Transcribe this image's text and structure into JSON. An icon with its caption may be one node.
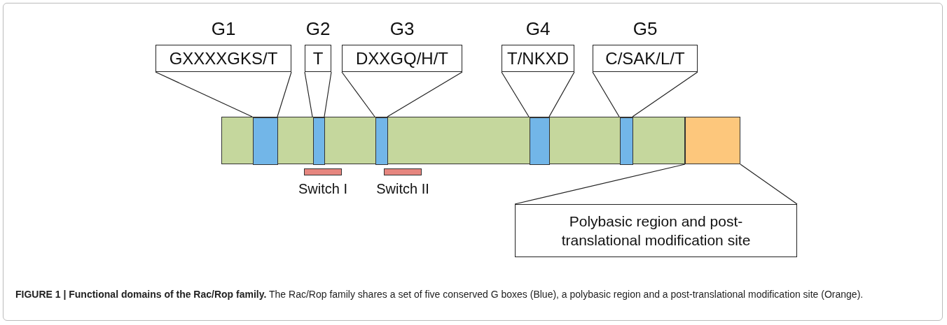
{
  "diagram": {
    "caption": "**FIGURE 1 | Functional domains of the Rac/Rop family.** The Rac/Rop family shares a set of five conserved G boxes (Blue), a polybasic region and a post-translational modification site (Orange).",
    "nodes": [
      {
        "text": [
          "G1",
          "GXXXXGKS/T"
        ]
      },
      {
        "text": [
          "G2",
          "T"
        ]
      },
      {
        "text": [
          "G3",
          "DXXGQ/H/T"
        ]
      },
      {
        "text": [
          "G4",
          "T/NKXD"
        ]
      },
      {
        "text": [
          "G5",
          "C/SAK/L/T"
        ]
      },
      {
        "text": [],
        "shape": "bar"
      },
      {
        "text": [],
        "shape": "bar",
        "in": 5
      },
      {
        "text": [],
        "shape": "bar",
        "in": 5
      },
      {
        "text": [],
        "shape": "bar",
        "in": 5
      },
      {
        "text": [],
        "shape": "bar",
        "in": 5
      },
      {
        "text": [],
        "shape": "bar",
        "in": 5
      },
      {
        "text": [],
        "shape": "bar"
      },
      {
        "text": [],
        "shape": "bar",
        "beside": [
          "Switch I"
        ]
      },
      {
        "text": [],
        "shape": "bar",
        "beside": [
          "Switch II"
        ]
      },
      {
        "text": [
          "Polybasic region and post-translational modification site"
        ]
      }
    ],
    "edges": [
      {
        "from": 0,
        "to": 6,
        "arrow": "none"
      },
      {
        "from": 0,
        "to": 6,
        "arrow": "none"
      },
      {
        "from": 1,
        "to": 7,
        "arrow": "none"
      },
      {
        "from": 1,
        "to": 7,
        "arrow": "none"
      },
      {
        "from": 2,
        "to": 8,
        "arrow": "none"
      },
      {
        "from": 2,
        "to": 8,
        "arrow": "none"
      },
      {
        "from": 3,
        "to": 9,
        "arrow": "none"
      },
      {
        "from": 3,
        "to": 9,
        "arrow": "none"
      },
      {
        "from": 4,
        "to": 10,
        "arrow": "none"
      },
      {
        "from": 4,
        "to": 10,
        "arrow": "none"
      },
      {
        "from": 14,
        "to": 11,
        "arrow": "none"
      },
      {
        "from": 14,
        "to": 11,
        "arrow": "none"
      }
    ]
  }
}
